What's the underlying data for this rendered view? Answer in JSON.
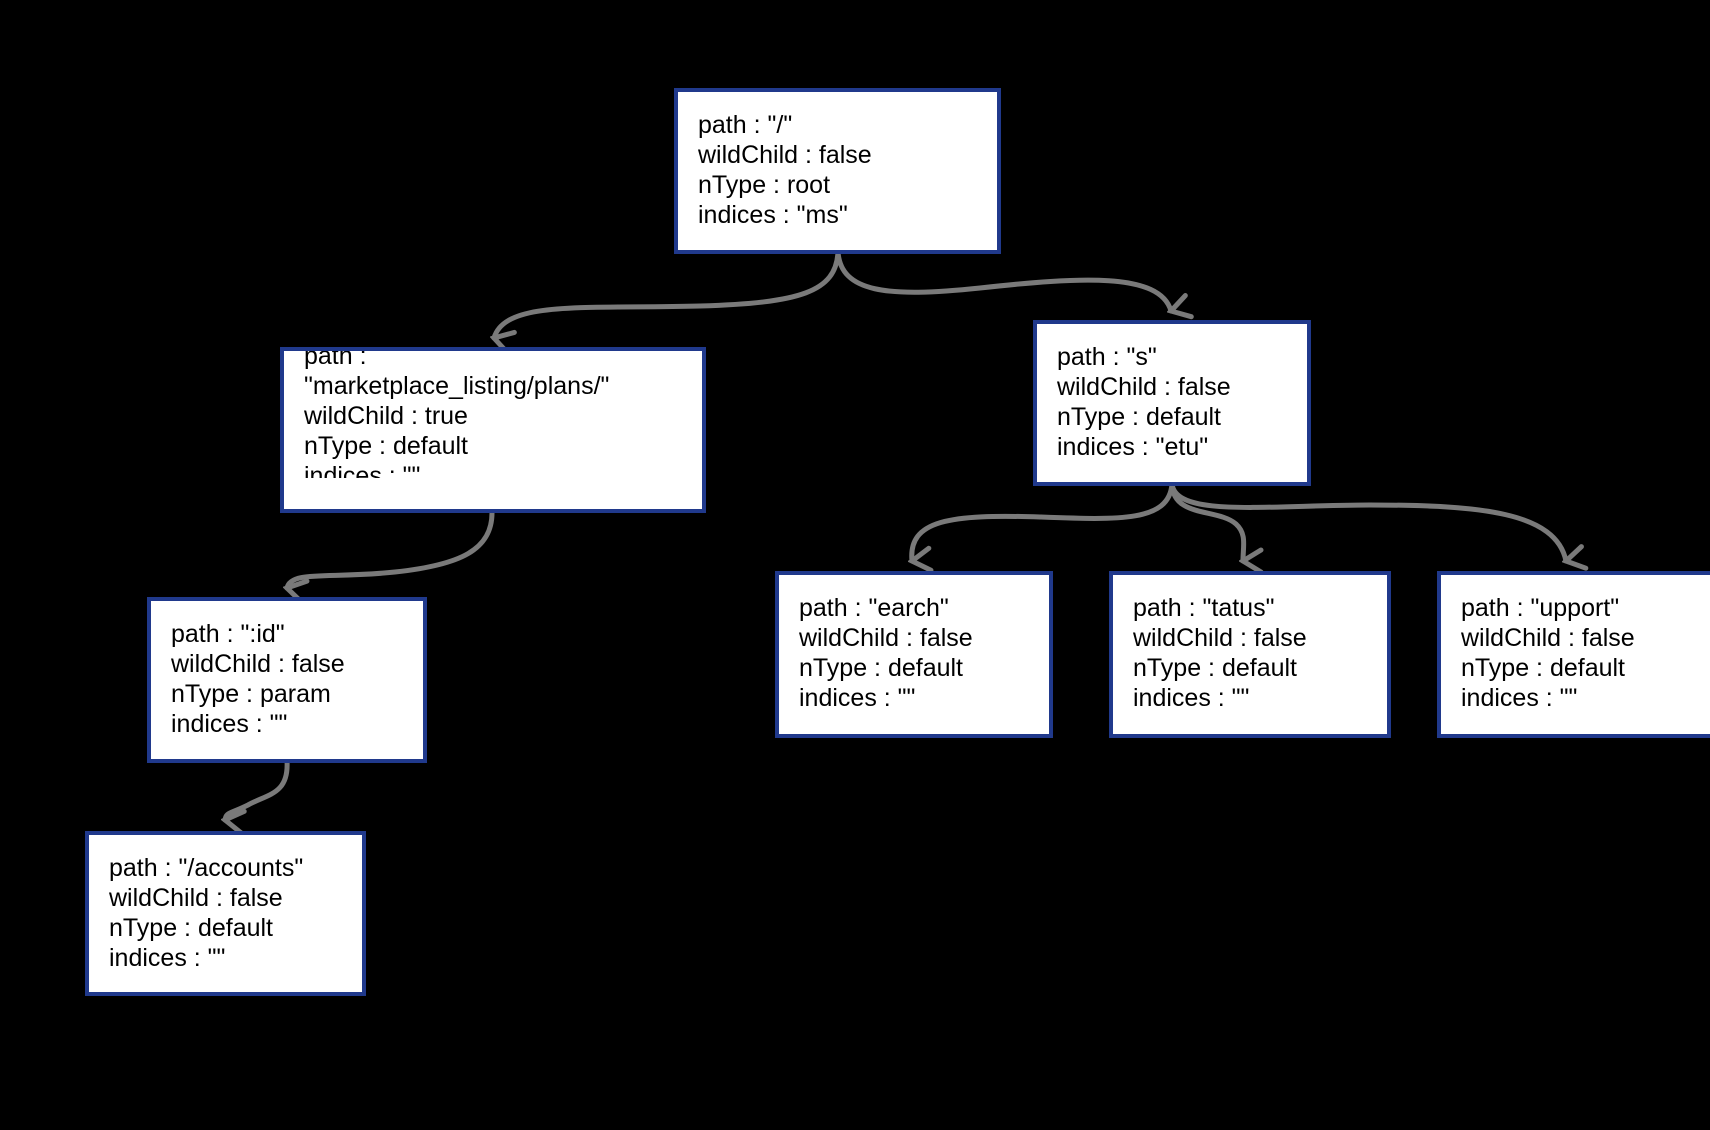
{
  "colors": {
    "background": "#000000",
    "node_fill": "#ffffff",
    "node_border": "#20398c",
    "arrow": "#7a7a7a",
    "text": "#000000"
  },
  "nodes": {
    "root": {
      "lines": [
        "path : \"/\"",
        "wildChild : false",
        "nType : root",
        "indices : \"ms\""
      ]
    },
    "marketplace": {
      "lines": [
        "path :",
        "\"marketplace_listing/plans/\"",
        "wildChild : true",
        "nType : default",
        "indices : \"\""
      ]
    },
    "s": {
      "lines": [
        "path : \"s\"",
        "wildChild : false",
        "nType : default",
        "indices : \"etu\""
      ]
    },
    "id": {
      "lines": [
        "path : \":id\"",
        "wildChild : false",
        "nType : param",
        "indices : \"\""
      ]
    },
    "accounts": {
      "lines": [
        "path : \"/accounts\"",
        "wildChild : false",
        "nType : default",
        "indices : \"\""
      ]
    },
    "earch": {
      "lines": [
        "path : \"earch\"",
        "wildChild : false",
        "nType : default",
        "indices : \"\""
      ]
    },
    "tatus": {
      "lines": [
        "path : \"tatus\"",
        "wildChild : false",
        "nType : default",
        "indices : \"\""
      ]
    },
    "upport": {
      "lines": [
        "path : \"upport\"",
        "wildChild : false",
        "nType : default",
        "indices : \"\""
      ]
    }
  },
  "edges": [
    {
      "from": "root",
      "to": "marketplace"
    },
    {
      "from": "root",
      "to": "s"
    },
    {
      "from": "marketplace",
      "to": "id"
    },
    {
      "from": "id",
      "to": "accounts"
    },
    {
      "from": "s",
      "to": "earch"
    },
    {
      "from": "s",
      "to": "tatus"
    },
    {
      "from": "s",
      "to": "upport"
    }
  ]
}
